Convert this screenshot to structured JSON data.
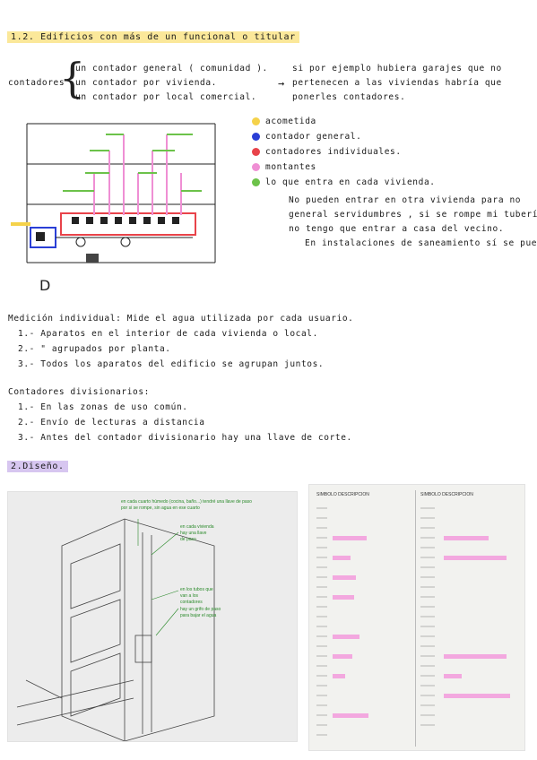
{
  "section1": {
    "heading": "1.2. Edificios con más de un funcional o titular",
    "contadores_label": "contadores",
    "items": [
      "un contador general ( comunidad ).",
      "un contador por vivienda.",
      "un contador por local comercial."
    ],
    "arrow_glyph": "→",
    "note_lines": [
      "si por ejemplo hubiera garajes que no",
      "pertenecen a las viviendas habría que",
      "ponerles contadores."
    ]
  },
  "legend": {
    "items": [
      {
        "label": "acometida",
        "color": "#f5d24a"
      },
      {
        "label": "contador general.",
        "color": "#2a3fd6"
      },
      {
        "label": "contadores individuales.",
        "color": "#e8434a"
      },
      {
        "label": "montantes",
        "color": "#ef8fd4"
      },
      {
        "label": "lo que entra en cada vivienda.",
        "color": "#6cc24a"
      }
    ],
    "bullets": [
      "No pueden entrar en otra vivienda para no",
      "general servidumbres , si se rompe mi tubería",
      "no tengo que entrar a casa del vecino.",
      "En instalaciones de saneamiento sí se puede."
    ]
  },
  "diagram": {
    "letter": "D"
  },
  "medicion": {
    "title": "Medición individual: Mide el agua utilizada por cada usuario.",
    "lines": [
      "1.- Aparatos en el interior de cada vivienda o local.",
      "2.-      \"       agrupados por planta.",
      "3.- Todos los aparatos del edificio se agrupan juntos."
    ]
  },
  "divisionarios": {
    "title": "Contadores divisionarios:",
    "lines": [
      "1.- En las zonas de uso común.",
      "2.- Envío de lecturas a distancia",
      "3.- Antes del contador divisionario hay una llave de corte."
    ]
  },
  "section2": {
    "heading": "2.Diseño."
  },
  "figure_left": {
    "green_notes": [
      "en cada cuarto húmedo (cocina, baño...) tendré una llave de paso",
      "por si se rompe, sin agua en ese cuarto",
      "en cada vivienda",
      "hay una llave",
      "de paso",
      "en los tubos que",
      "van a los",
      "contadores",
      "hay un grifo de paso",
      "para bajar el agua"
    ]
  },
  "figure_right": {
    "col1_header": "SIMBOLO  DESCRIPCION",
    "col2_header": "SIMBOLO  DESCRIPCION"
  }
}
